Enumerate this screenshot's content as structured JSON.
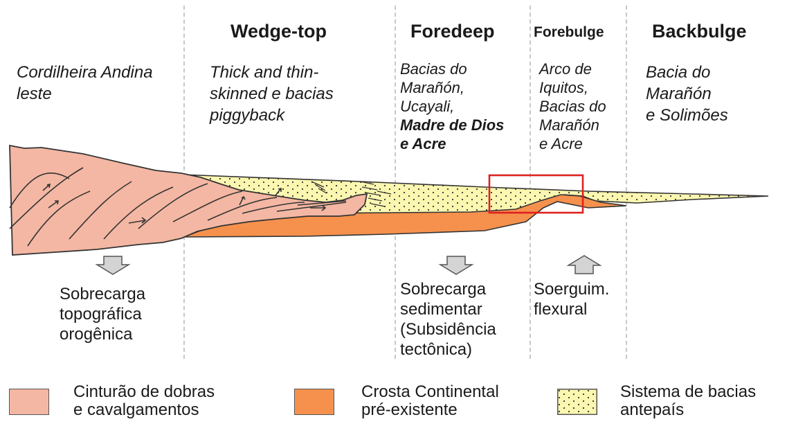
{
  "zones": [
    {
      "key": "andes",
      "title": "",
      "desc": [
        "Cordilheira Andina",
        "leste"
      ]
    },
    {
      "key": "wedge",
      "title": "Wedge-top",
      "desc": [
        "Thick and thin-",
        "skinned e bacias",
        "piggyback"
      ]
    },
    {
      "key": "foredeep",
      "title": "Foredeep",
      "desc": [
        "Bacias do",
        "Marañón,",
        "Ucayali,",
        "Madre de Dios",
        "e Acre"
      ]
    },
    {
      "key": "forebulge",
      "title": "Forebulge",
      "desc": [
        "Arco de",
        "Iquitos,",
        "Bacias do",
        "Marañón",
        "e Acre"
      ]
    },
    {
      "key": "backbulge",
      "title": "Backbulge",
      "desc": [
        "Bacia do",
        "Marañón",
        "e Solimões"
      ]
    }
  ],
  "notes": {
    "orogenic": [
      "Sobrecarga",
      "topográfica",
      "orogênica"
    ],
    "sedimentary": [
      "Sobrecarga",
      "sedimentar",
      "(Subsidência",
      "tectônica)"
    ],
    "flexural": [
      "Soerguim.",
      "flexural"
    ]
  },
  "legend": [
    {
      "label1": "Cinturão de dobras",
      "label2": "e cavalgamentos",
      "color": "#f4b7a3"
    },
    {
      "label1": "Crosta Continental",
      "label2": "pré-existente",
      "color": "#f5914d"
    },
    {
      "label1": "Sistema de bacias",
      "label2": "antepaís",
      "color": "#fbf7b0"
    }
  ],
  "colors": {
    "fold_belt": "#f4b7a3",
    "crust": "#f5914d",
    "basin": "#fbf7b0",
    "highlight": "#e02020",
    "arrow": "#cfcfcf"
  }
}
